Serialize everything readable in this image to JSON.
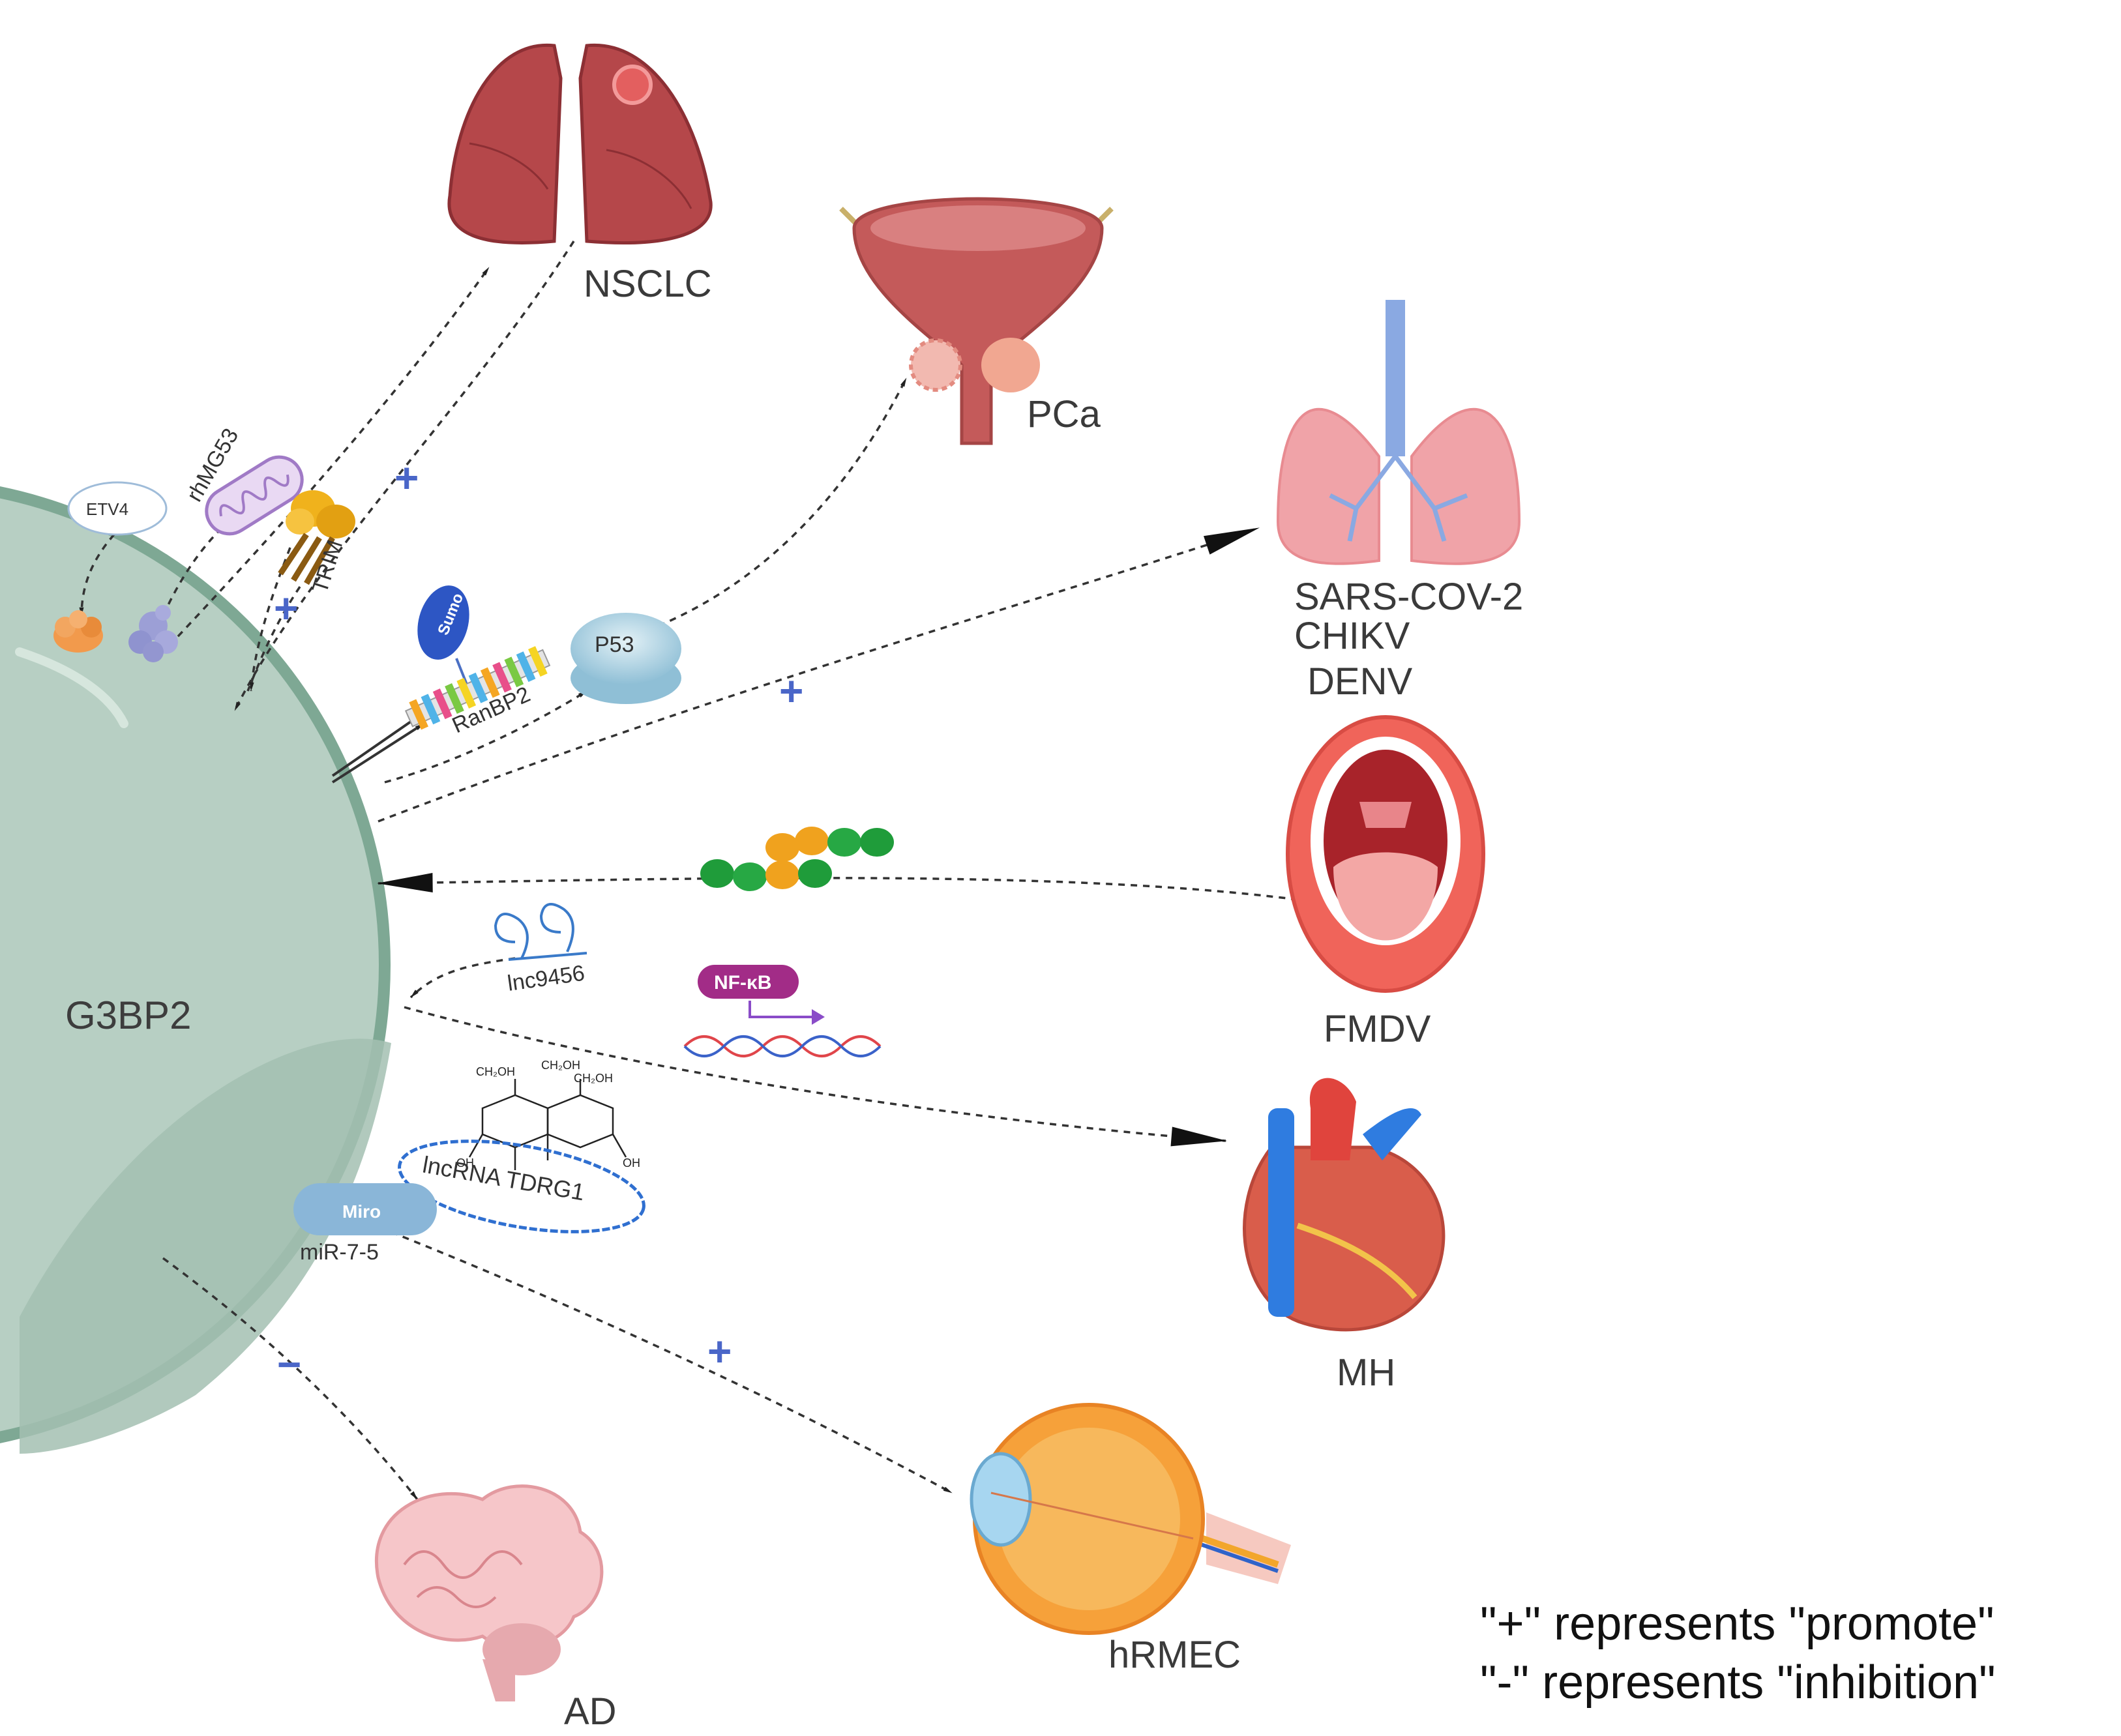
{
  "center": {
    "label": "G3BP2"
  },
  "diseases": {
    "nsclc": "NSCLC",
    "pca": "PCa",
    "viruses": [
      "SARS-COV-2",
      "CHIKV",
      "DENV"
    ],
    "fmdv": "FMDV",
    "mh": "MH",
    "hrmec": "hRMEC",
    "ad": "AD"
  },
  "molecules": {
    "etv4": "ETV4",
    "rhmg53": "rhMG53",
    "trim": "TRIM",
    "sumo": "Sumo",
    "ranbp2": "RanBP2",
    "p53": "P53",
    "lnc9456": "lnc9456",
    "nfkb": "NF-κB",
    "lncrna": "lncRNA  TDRG1",
    "miro": "Miro",
    "mir75": "miR-7-5",
    "ch2oh": "CH₂OH",
    "oh": "OH"
  },
  "signs": {
    "plus": "+",
    "minus": "−"
  },
  "legend": [
    "\"+\" represents \"promote\"",
    "\"-\" represents \"inhibition\""
  ],
  "colors": {
    "cell": "#b7cfc3",
    "cell_edge": "#7ea894",
    "lung": "#b5474a",
    "bladder": "#c45a5a",
    "viral_lung": "#f0a3a8",
    "sign": "#4a66c8"
  }
}
